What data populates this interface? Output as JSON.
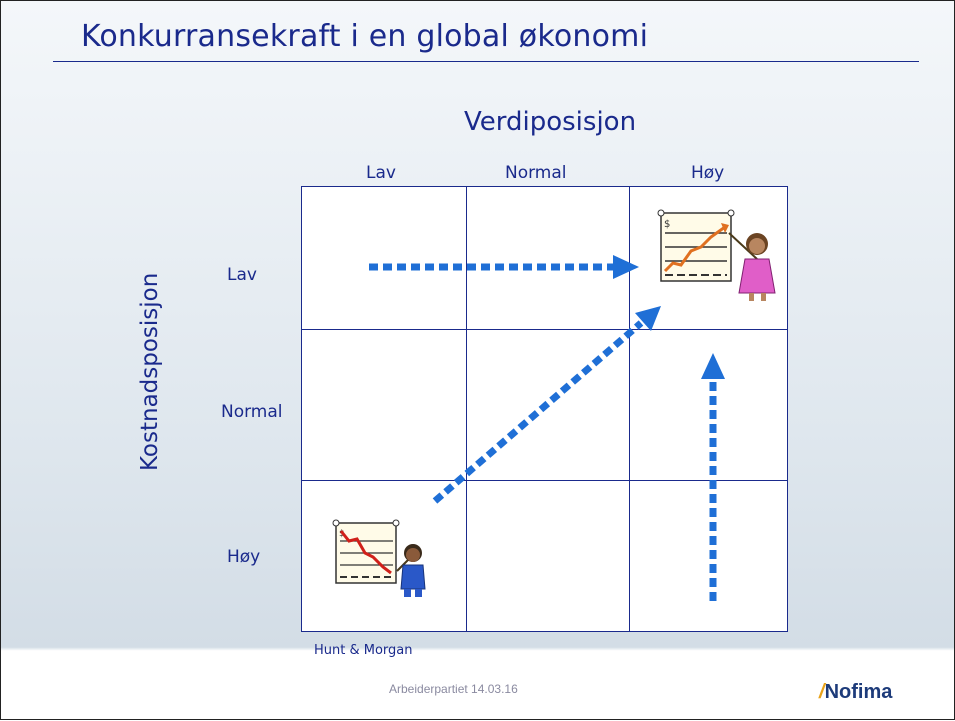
{
  "slide": {
    "title": "Konkurransekraft i en global økonomi",
    "x_axis_title": "Verdiposisjon",
    "y_axis_title": "Kostnadsposisjon",
    "columns": [
      "Lav",
      "Normal",
      "Høy"
    ],
    "rows": [
      "Lav",
      "Normal",
      "Høy"
    ],
    "source": "Hunt & Morgan",
    "footer": "Arbeiderpartiet 14.03.16",
    "logo_text": "Nofima"
  },
  "colors": {
    "text": "#1a2a8c",
    "arrow": "#1f6fd6",
    "rising_line": "#e07020",
    "falling_line": "#d0201a"
  },
  "icons": [
    "presenter-rising-chart-icon",
    "presenter-falling-chart-icon"
  ]
}
